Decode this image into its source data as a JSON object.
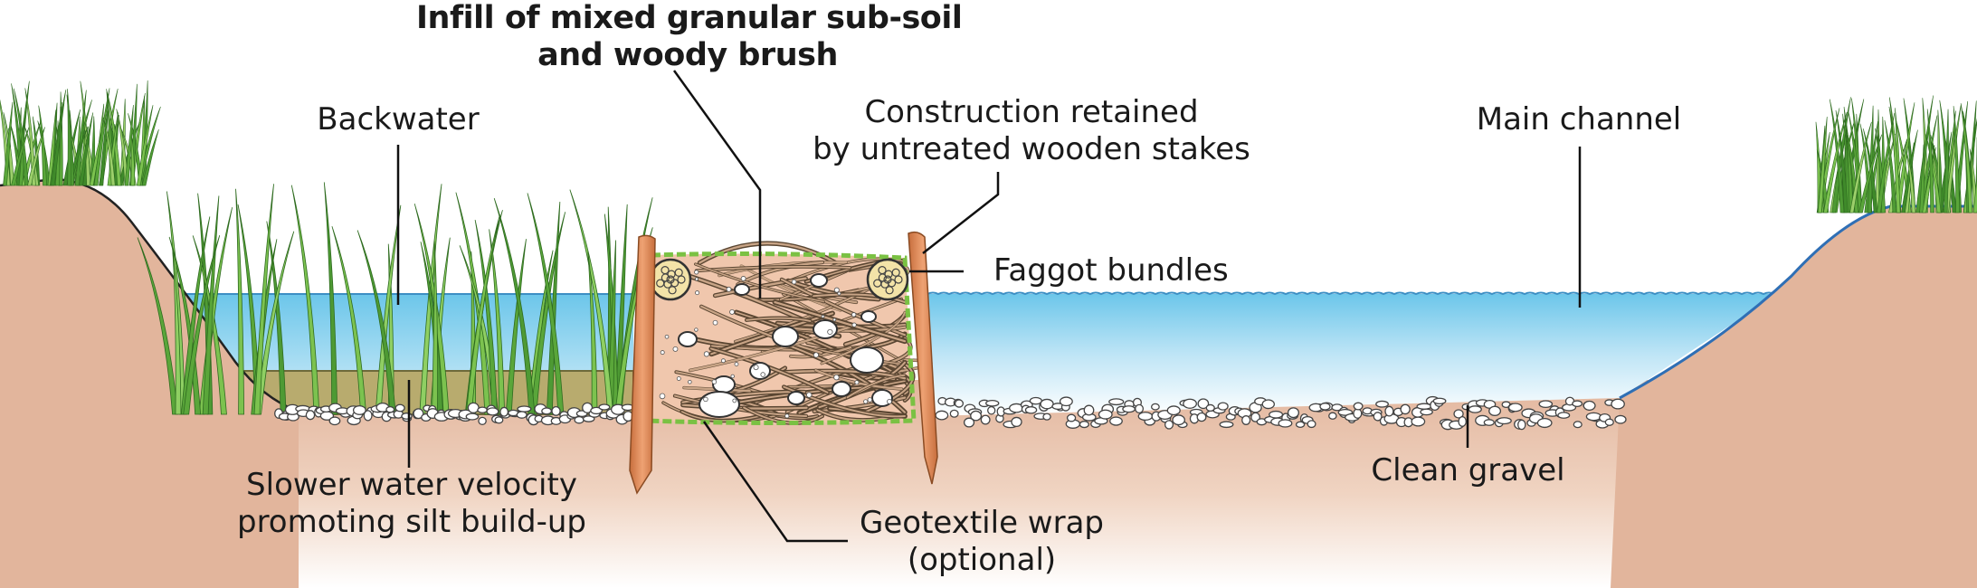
{
  "labels": {
    "infill": {
      "line1": "Infill of mixed granular sub-soil",
      "line2": "and woody brush"
    },
    "construction": {
      "line1": "Construction retained",
      "line2": "by untreated wooden stakes"
    },
    "backwater": "Backwater",
    "main_channel": "Main channel",
    "faggot_bundles": "Faggot bundles",
    "slower_water": {
      "line1": "Slower water velocity",
      "line2": "promoting silt build-up"
    },
    "geotextile": {
      "line1": "Geotextile wrap",
      "line2": "(optional)"
    },
    "clean_gravel": "Clean gravel"
  },
  "colors": {
    "bank": "#e2b59c",
    "water": "#6cc6ea",
    "silt": "#b8ab6e",
    "reed": "#6fb848",
    "stake": "#e08e5a",
    "geotextile": "#7ac143",
    "infill": "#f0c7ad"
  }
}
